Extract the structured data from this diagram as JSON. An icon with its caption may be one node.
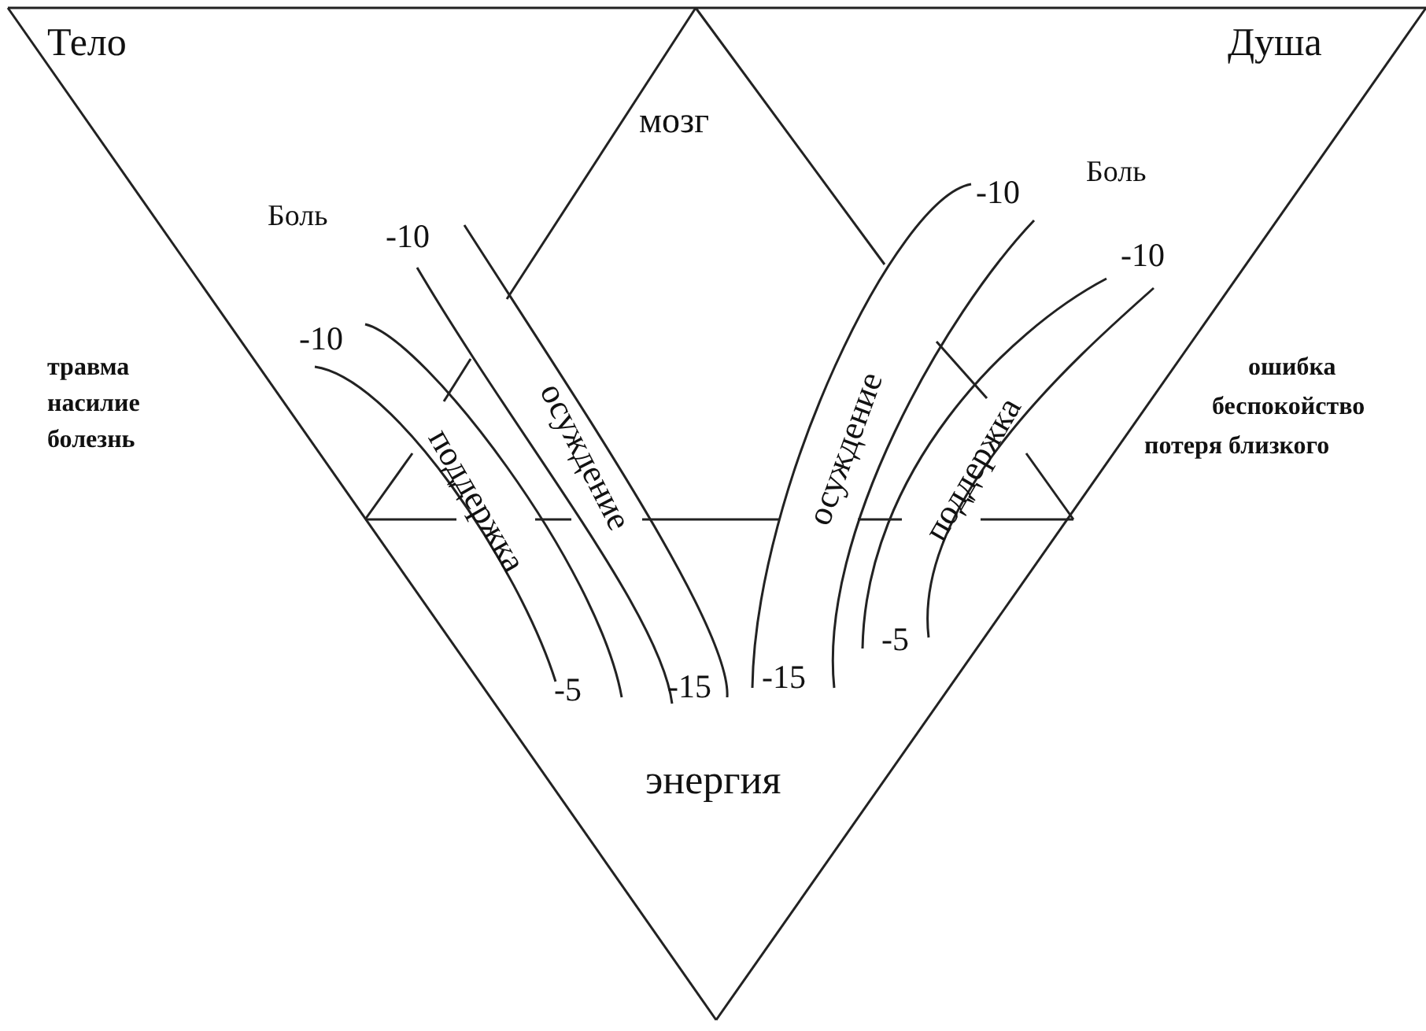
{
  "diagram": {
    "labels": [
      "Тело",
      "Душа",
      "мозг",
      "Боль",
      "-10",
      "Боль",
      "-10",
      "-10",
      "-10",
      "травма",
      "ошибка",
      "осуждение",
      "осуждение",
      "насилие",
      "беспокойство",
      "поддержка",
      "поддержка",
      "болезнь",
      "потеря близкого",
      "-5",
      "-15",
      "-15",
      "-5",
      "энергия"
    ]
  }
}
